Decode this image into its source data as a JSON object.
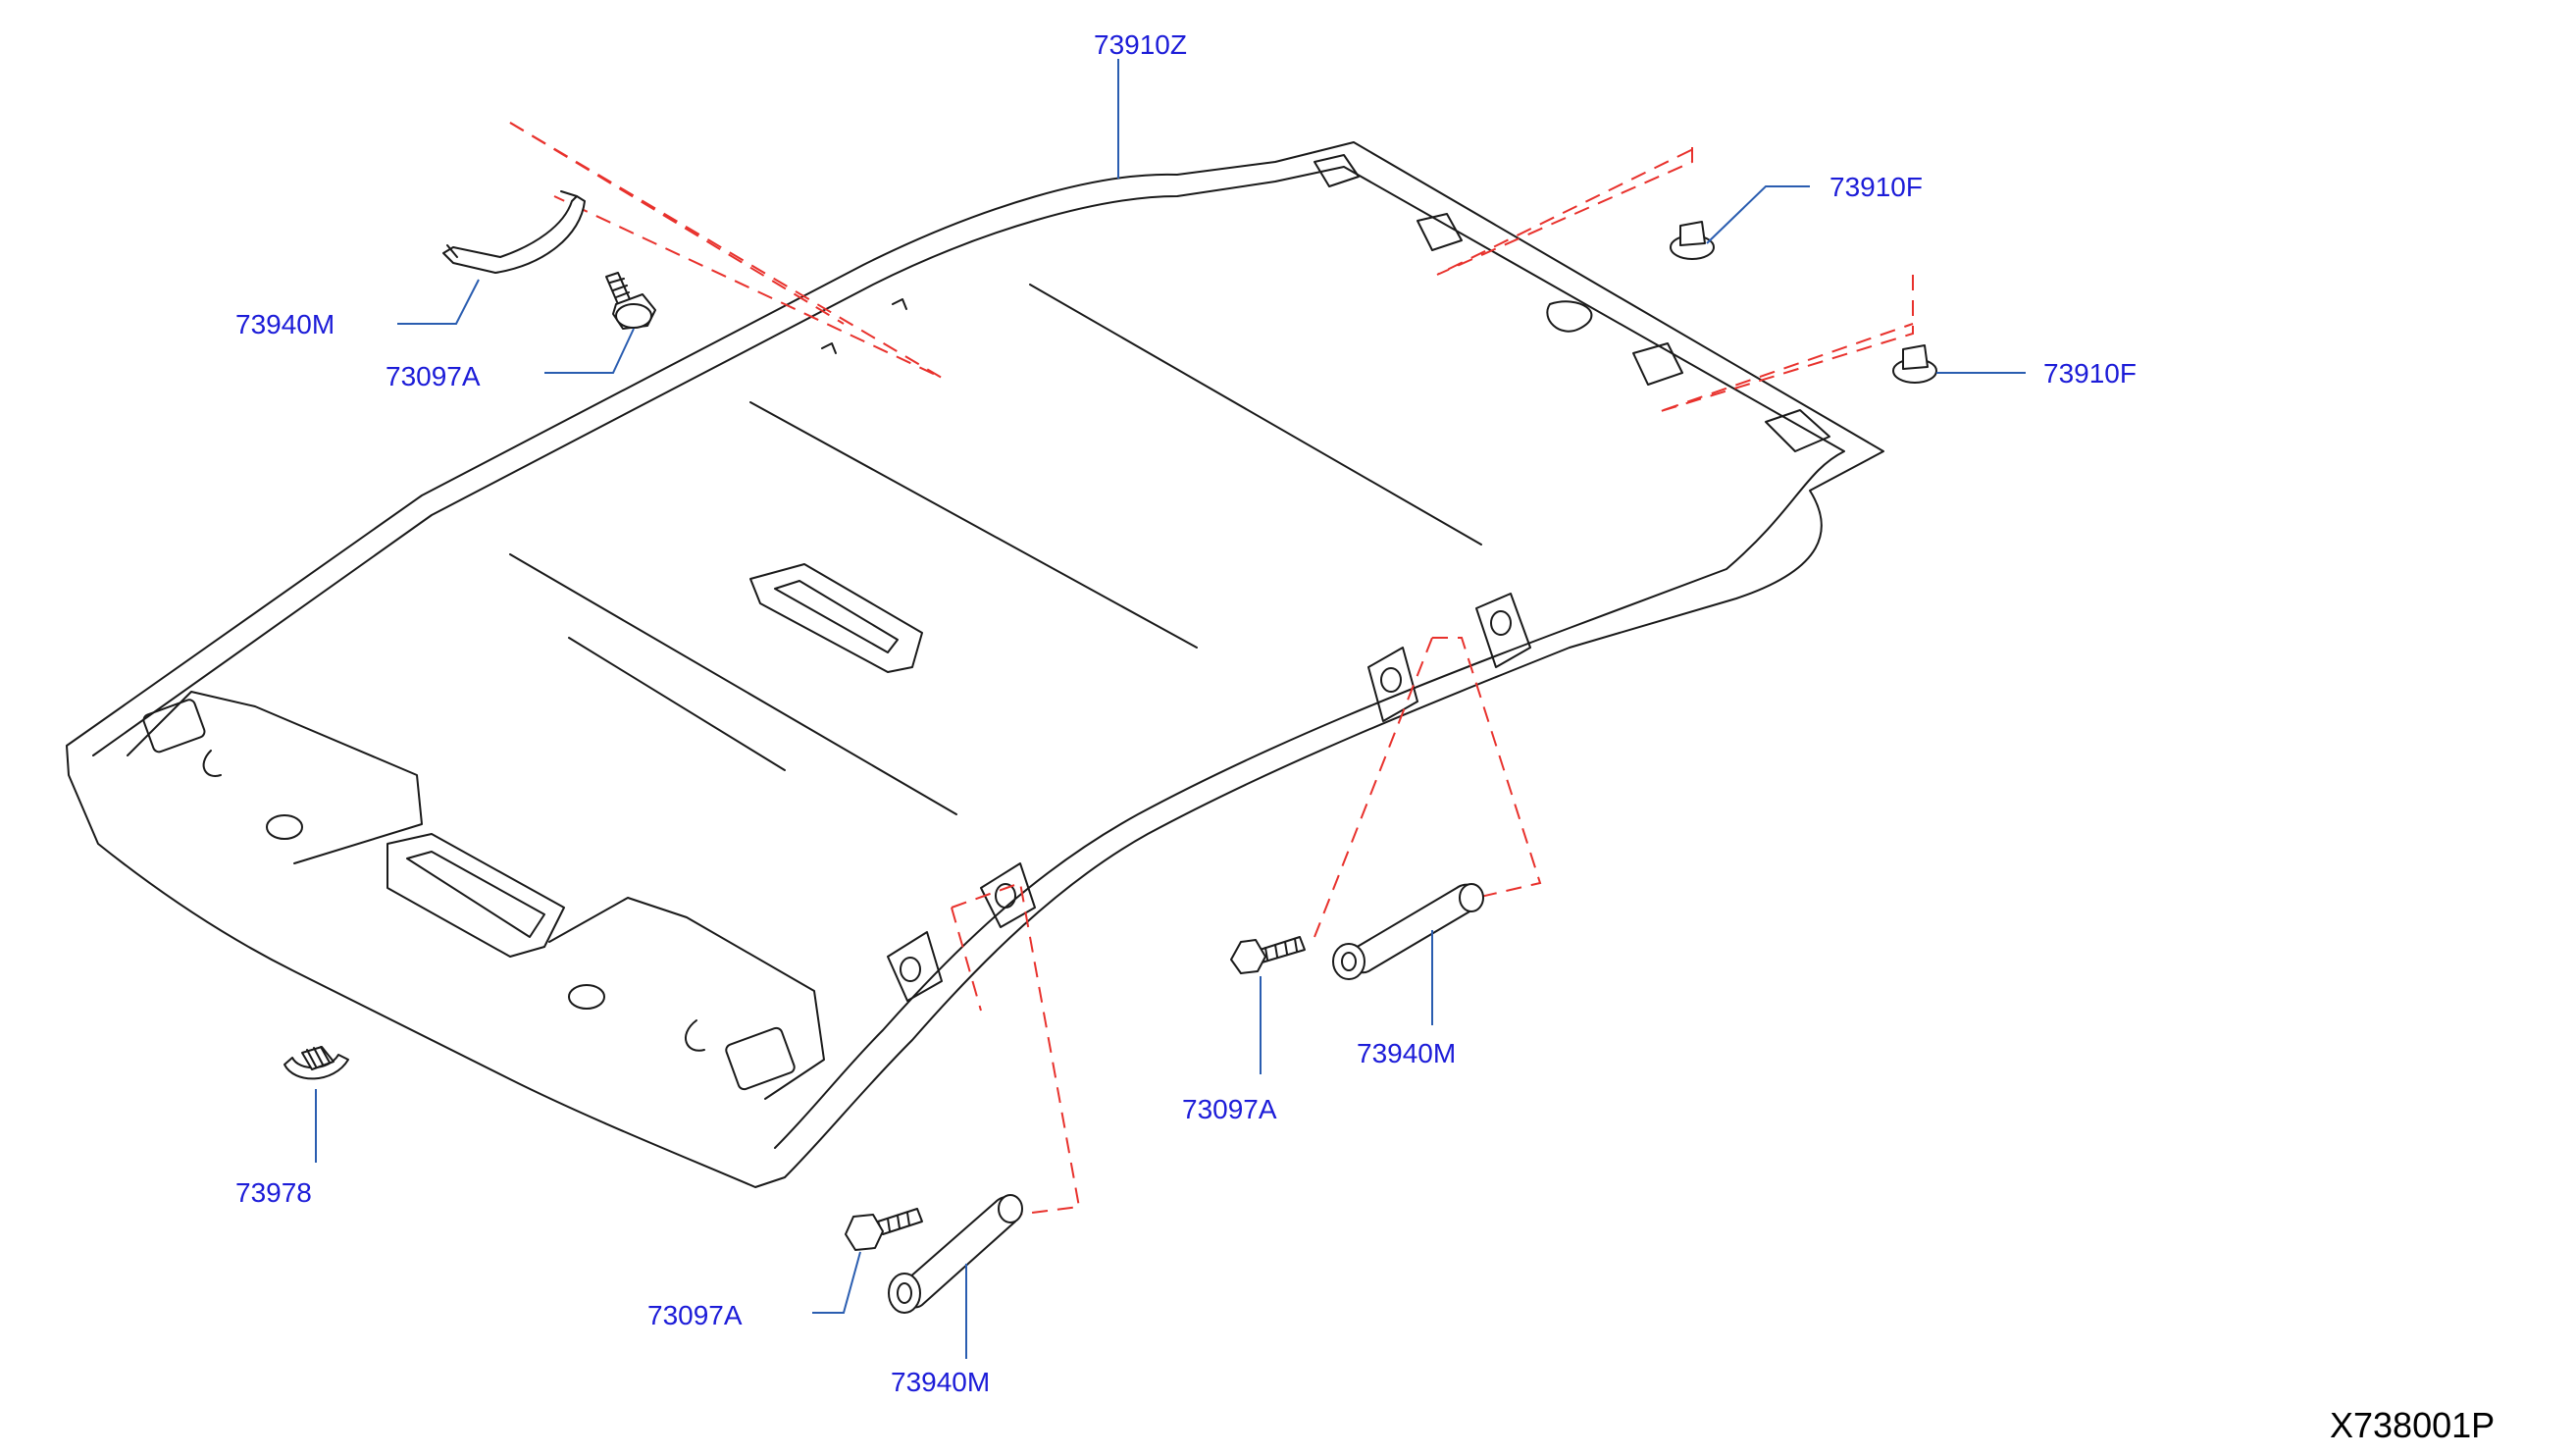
{
  "diagram_code": "X738001P",
  "colors": {
    "callout_text": "#1c1cd8",
    "leader_line": "#2a5db0",
    "dashed_guide": "#e8312c",
    "outline": "#1a1a1a"
  },
  "callouts": {
    "headlining": "73910Z",
    "clip_upper": "73910F",
    "clip_lower": "73910F",
    "assist_grip_rear_top": "73940M",
    "screw_rear_top": "73097A",
    "screw_middle": "73097A",
    "assist_grip_middle": "73940M",
    "screw_front": "73097A",
    "assist_grip_front": "73940M",
    "hook": "73978"
  }
}
